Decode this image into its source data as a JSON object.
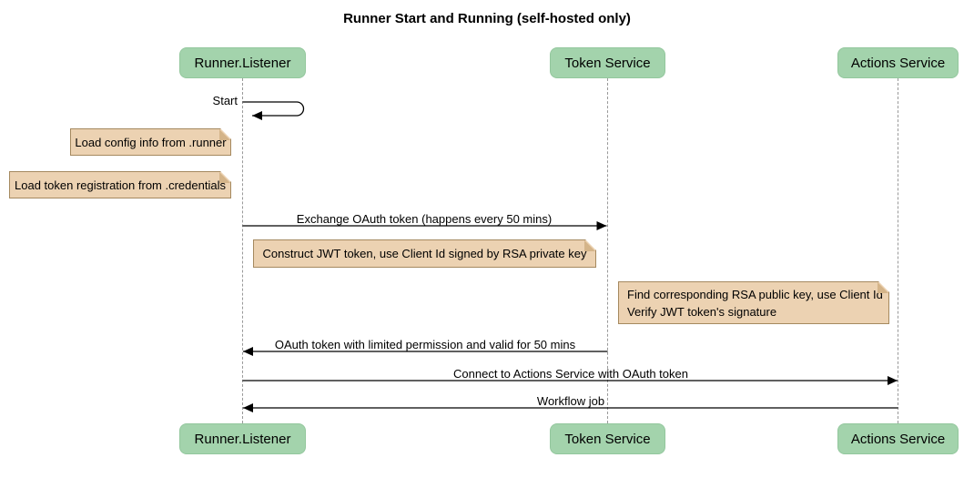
{
  "diagram": {
    "title": "Runner Start and Running (self-hosted only)"
  },
  "participants": [
    {
      "name": "Runner.Listener"
    },
    {
      "name": "Token Service"
    },
    {
      "name": "Actions Service"
    }
  ],
  "messages": [
    {
      "label": "Start",
      "from": "Runner.Listener",
      "to": "Runner.Listener",
      "kind": "self"
    },
    {
      "label": "Exchange OAuth token (happens every 50 mins)",
      "from": "Runner.Listener",
      "to": "Token Service",
      "kind": "solid-arrow"
    },
    {
      "label": "OAuth token with limited permission and valid for 50 mins",
      "from": "Token Service",
      "to": "Runner.Listener",
      "kind": "solid-arrow"
    },
    {
      "label": "Connect to Actions Service with OAuth token",
      "from": "Runner.Listener",
      "to": "Actions Service",
      "kind": "solid-arrow"
    },
    {
      "label": "Workflow job",
      "from": "Actions Service",
      "to": "Runner.Listener",
      "kind": "solid-arrow"
    }
  ],
  "notes": [
    {
      "over": "Runner.Listener",
      "position": "left-of",
      "lines": [
        "Load config info from .runner"
      ]
    },
    {
      "over": "Runner.Listener",
      "position": "left-of",
      "lines": [
        "Load token registration from .credentials"
      ]
    },
    {
      "over": "Runner.Listener, Token Service",
      "position": "over",
      "lines": [
        "Construct JWT token, use Client Id signed by RSA private key"
      ]
    },
    {
      "over": "Token Service, Actions Service",
      "position": "over",
      "lines": [
        "Find corresponding RSA public key, use Client Id",
        "Verify JWT token's signature"
      ]
    }
  ],
  "colors": {
    "participant_fill": "#a3d3ac",
    "participant_border": "#93c79d",
    "note_fill": "#ecd2b2",
    "note_border": "#a5895f",
    "note_fold": "#d4b489",
    "lifeline": "#999999",
    "arrow": "#000000",
    "text": "#000000",
    "background": "#ffffff"
  }
}
